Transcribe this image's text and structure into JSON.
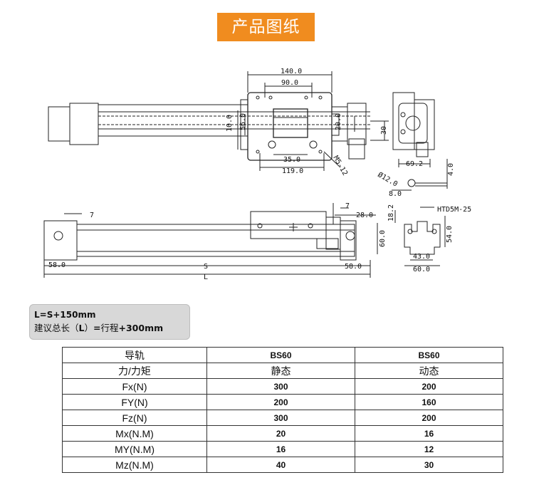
{
  "title": "产品图纸",
  "drawing": {
    "dims_top": [
      "140.0",
      "90.0",
      "10.0",
      "56.0",
      "20.0",
      "30",
      "35.0",
      "119.0",
      "M5-12"
    ],
    "dims_side": [
      "69.2",
      "4.0",
      "Ø12.0",
      "8.0"
    ],
    "dims_bottom": [
      "7",
      "7",
      "28.0",
      "60.0",
      "58.0",
      "S",
      "58.0",
      "L"
    ],
    "dims_profile": [
      "HTD5M-25",
      "18.2",
      "54.0",
      "43.0",
      "60.0"
    ]
  },
  "note": {
    "line1": "L=S+150mm",
    "line2_prefix": "建议总长（",
    "line2_l": "L",
    "line2_mid": "）",
    "line2_eq": "=",
    "line2_travel": "行程",
    "line2_suffix": "+300mm"
  },
  "table": {
    "header": [
      "导轨",
      "BS60",
      "BS60"
    ],
    "subheader": [
      "力/力矩",
      "静态",
      "动态"
    ],
    "rows": [
      {
        "label": "Fx(N)",
        "static": "300",
        "dynamic": "200"
      },
      {
        "label": "FY(N)",
        "static": "200",
        "dynamic": "160"
      },
      {
        "label": "Fz(N)",
        "static": "300",
        "dynamic": "200"
      },
      {
        "label": "Mx(N.M)",
        "static": "20",
        "dynamic": "16"
      },
      {
        "label": "MY(N.M)",
        "static": "16",
        "dynamic": "12"
      },
      {
        "label": "Mz(N.M)",
        "static": "40",
        "dynamic": "30"
      }
    ]
  }
}
